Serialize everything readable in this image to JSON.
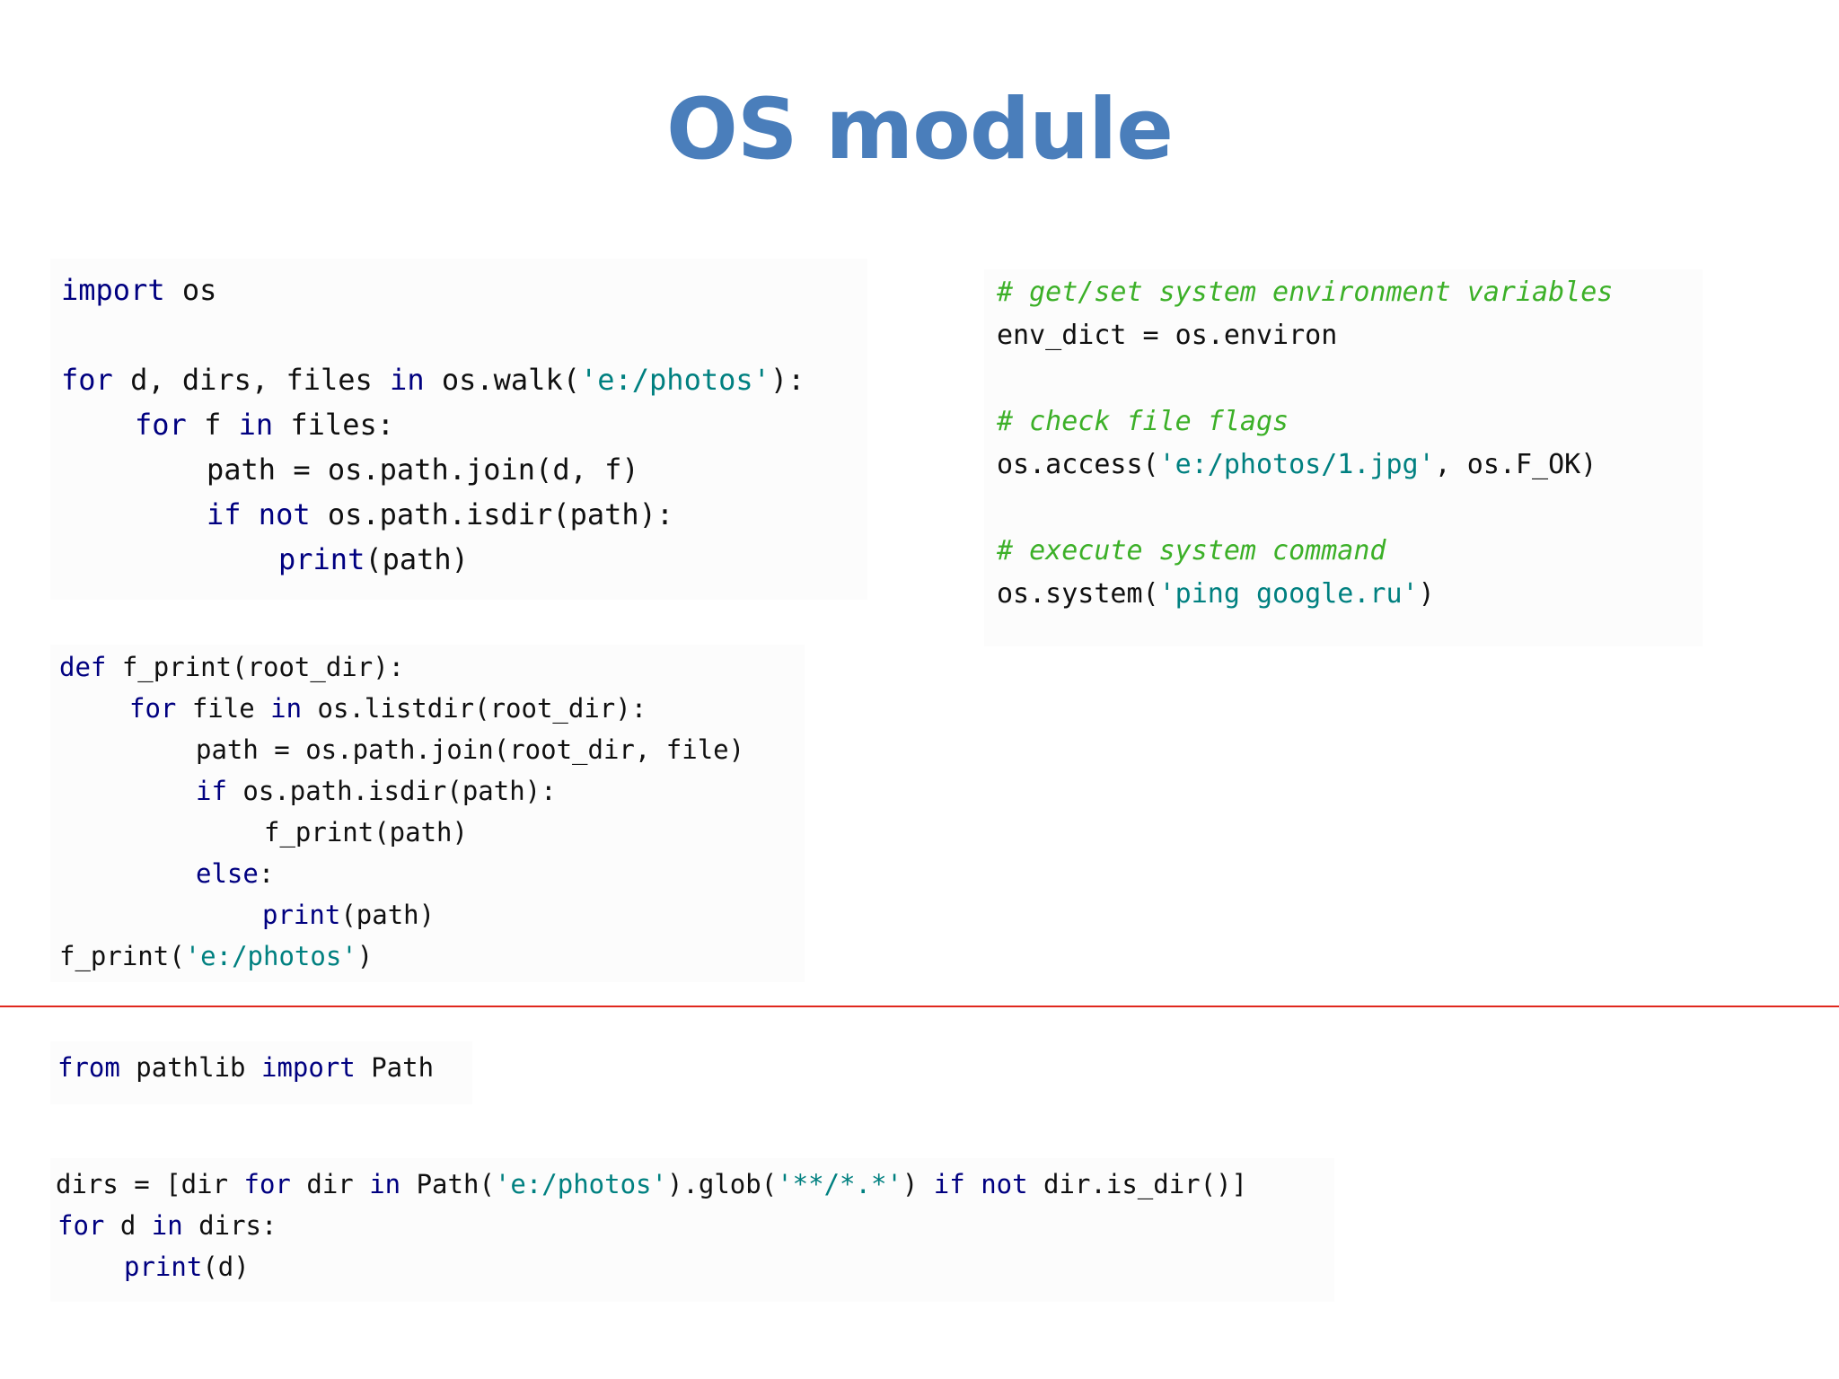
{
  "slide": {
    "title": "OS module"
  },
  "code_walk": {
    "l1_kw": "import",
    "l1_rest": " os",
    "l2_kw1": "for",
    "l2_a": " d, dirs, files ",
    "l2_kw2": "in",
    "l2_b": " os.walk(",
    "l2_str": "'e:/photos'",
    "l2_c": "):",
    "l3_kw1": "for",
    "l3_a": " f ",
    "l3_kw2": "in",
    "l3_b": " files:",
    "l4": "path = os.path.join(d, f)",
    "l5_kw1": "if",
    "l5_kw2": "not",
    "l5_rest": " os.path.isdir(path):",
    "l6_kw": "print",
    "l6_rest": "(path)"
  },
  "code_env": {
    "c1": "# get/set system environment variables",
    "l1": "env_dict = os.environ",
    "c2": "# check file flags",
    "l2_a": "os.access(",
    "l2_str": "'e:/photos/1.jpg'",
    "l2_b": ", os.F_OK)",
    "c3": "# execute system command",
    "l3_a": "os.system(",
    "l3_str": "'ping google.ru'",
    "l3_b": ")"
  },
  "code_def": {
    "l1_kw": "def",
    "l1_rest": " f_print(root_dir):",
    "l2_kw1": "for",
    "l2_a": " file ",
    "l2_kw2": "in",
    "l2_b": " os.listdir(root_dir):",
    "l3": "path = os.path.join(root_dir, file)",
    "l4_kw": "if",
    "l4_rest": " os.path.isdir(path):",
    "l5": "f_print(path)",
    "l6_kw": "else",
    "l6_rest": ":",
    "l7_kw": "print",
    "l7_rest": "(path)",
    "l8_a": "f_print(",
    "l8_str": "'e:/photos'",
    "l8_b": ")"
  },
  "code_pathlib": {
    "l1_kw1": "from",
    "l1_a": " pathlib ",
    "l1_kw2": "import",
    "l1_b": " Path"
  },
  "code_glob": {
    "l1_a": "dirs = [dir ",
    "l1_kw1": "for",
    "l1_b": " dir ",
    "l1_kw2": "in",
    "l1_c": " Path(",
    "l1_str1": "'e:/photos'",
    "l1_d": ").glob(",
    "l1_str2": "'**/*.*'",
    "l1_e": ") ",
    "l1_kw3": "if",
    "l1_f": " ",
    "l1_kw4": "not",
    "l1_g": " dir.is_dir()]",
    "l2_kw1": "for",
    "l2_a": " d ",
    "l2_kw2": "in",
    "l2_b": " dirs:",
    "l3_kw": "print",
    "l3_rest": "(d)"
  }
}
